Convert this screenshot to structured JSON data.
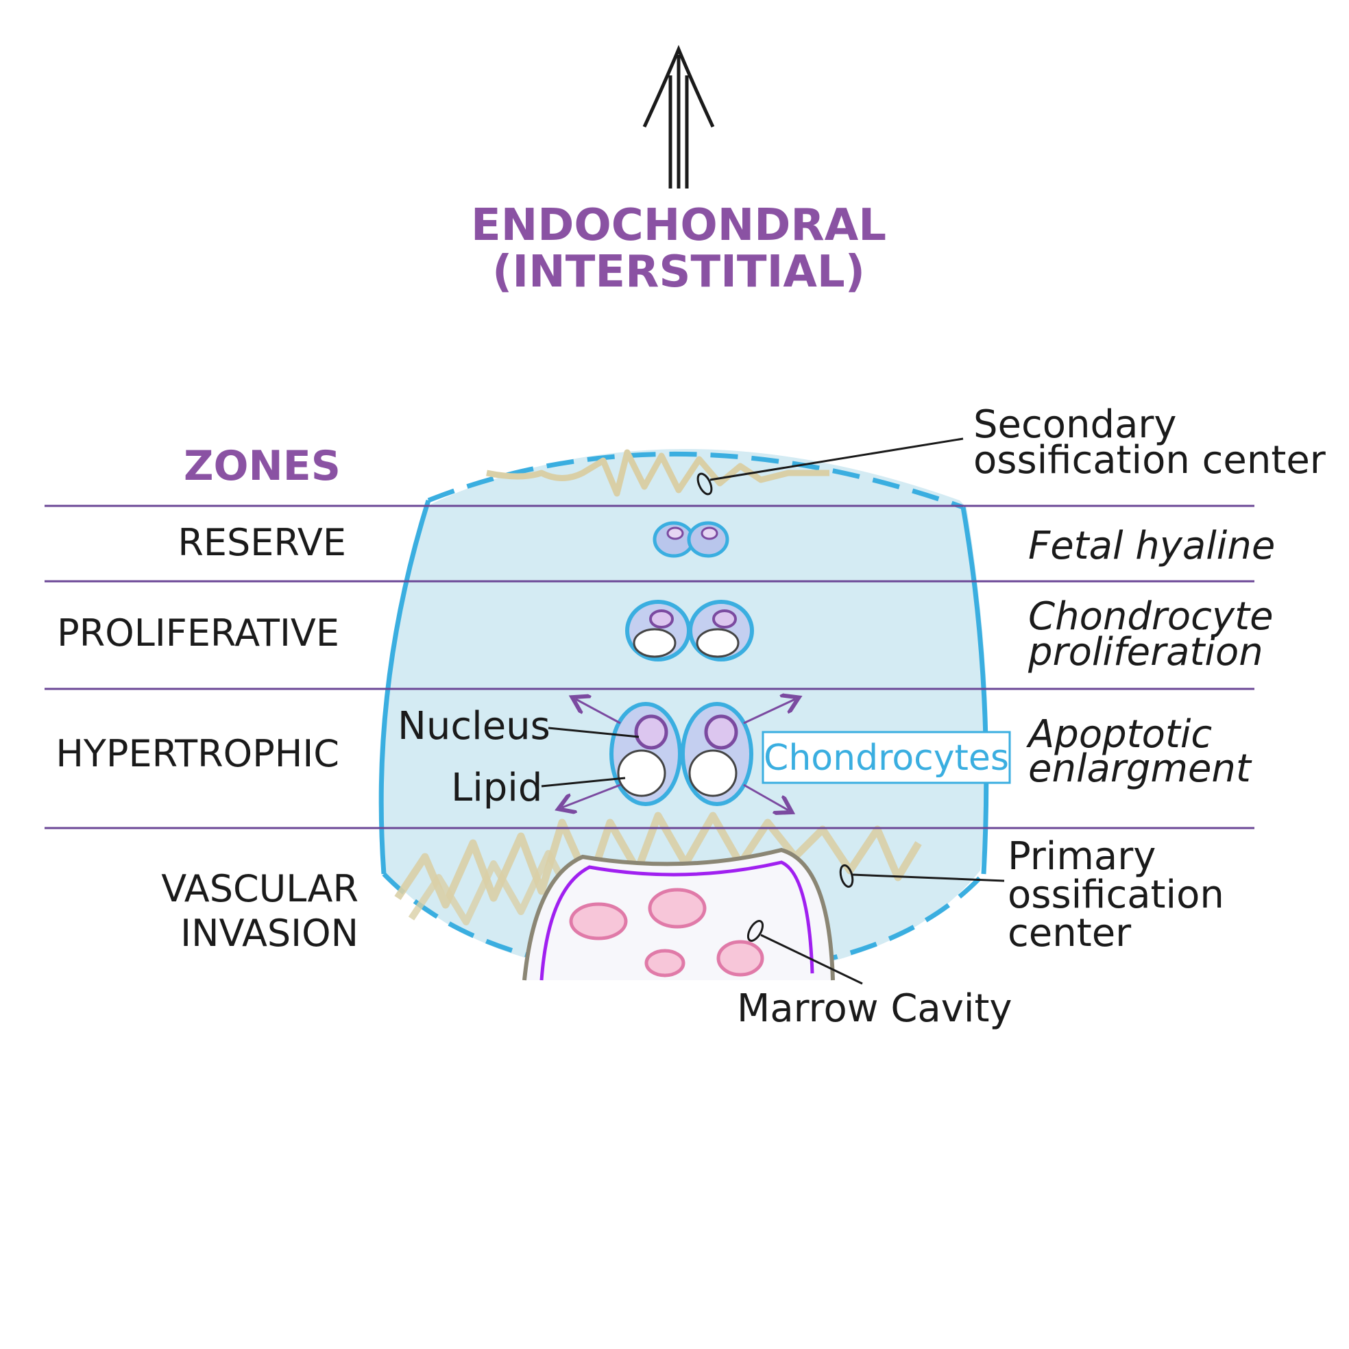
{
  "title": {
    "line1": "ENDOCHONDRAL",
    "line2": "(INTERSTITIAL)"
  },
  "zones_heading": "ZONES",
  "zones": [
    {
      "name": "RESERVE",
      "description": "Fetal hyaline"
    },
    {
      "name": "PROLIFERATIVE",
      "description_line1": "Chondrocyte",
      "description_line2": "proliferation"
    },
    {
      "name": "HYPERTROPHIC",
      "description_line1": "Apoptotic",
      "description_line2": "enlargment"
    },
    {
      "name_line1": "VASCULAR",
      "name_line2": "INVASION"
    }
  ],
  "labels": {
    "secondary_line1": "Secondary",
    "secondary_line2": "ossification center",
    "primary_line1": "Primary",
    "primary_line2": "ossification",
    "primary_line3": "center",
    "marrow": "Marrow Cavity",
    "nucleus": "Nucleus",
    "lipid": "Lipid",
    "chondrocytes": "Chondrocytes"
  },
  "colors": {
    "title_purple": "#8a52a3",
    "zone_line": "#6b4796",
    "cartilage_fill": "#d4ebf3",
    "cartilage_border": "#3aaee0",
    "bone_scribble": "#d9cfa6",
    "marrow_border": "#a020f0",
    "marrow_cell": "#e07aa8"
  }
}
